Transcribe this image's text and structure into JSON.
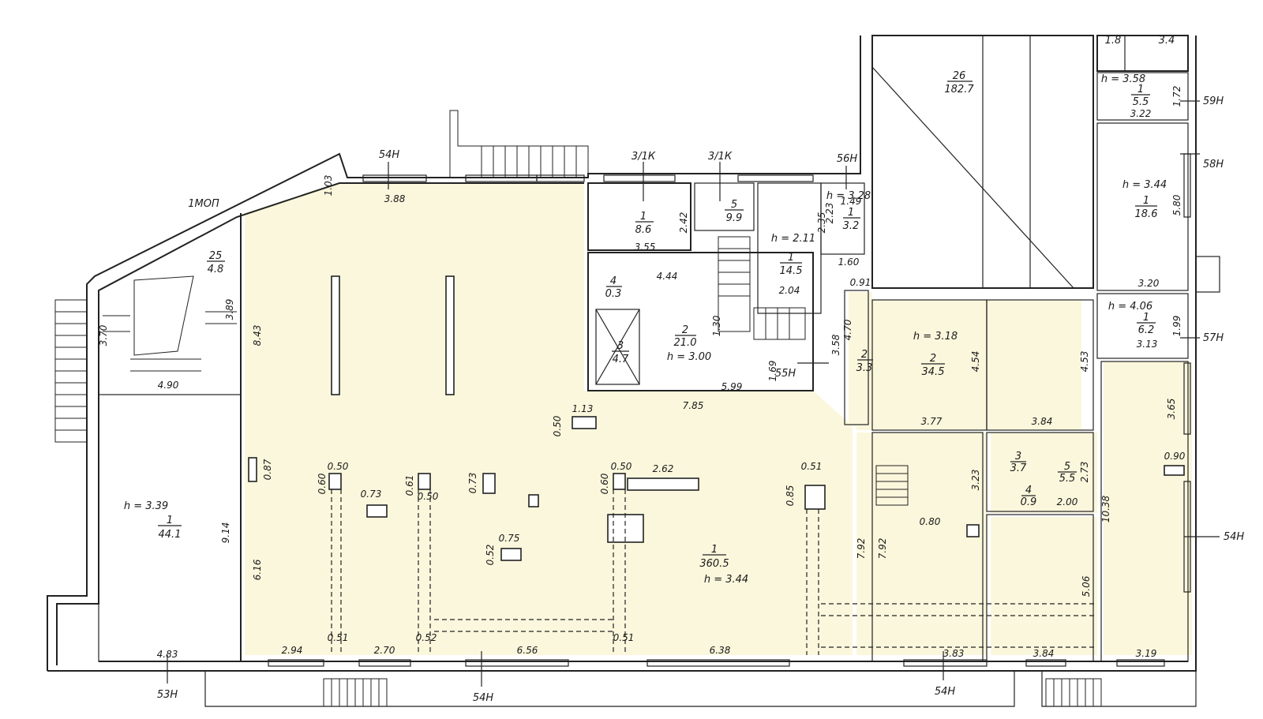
{
  "colors": {
    "highlight": "#fbf7dc",
    "line": "#222222",
    "background": "#ffffff"
  },
  "rooms": [
    {
      "id": "r-main",
      "num": "1",
      "area": "360.5",
      "h": "h = 3.44"
    },
    {
      "id": "r-left",
      "num": "1",
      "area": "44.1",
      "h": "h = 3.39"
    },
    {
      "id": "r-stair-left",
      "num": "25",
      "area": "4.8",
      "h": ""
    },
    {
      "id": "r-sm1",
      "num": "1",
      "area": "8.6",
      "h": ""
    },
    {
      "id": "r-sm5",
      "num": "5",
      "area": "9.9",
      "h": ""
    },
    {
      "id": "r-sm14",
      "num": "1",
      "area": "14.5",
      "h": "h = 2.11"
    },
    {
      "id": "r-sm32",
      "num": "1",
      "area": "3.2",
      "h": "h = 3.28"
    },
    {
      "id": "r-hall",
      "num": "2",
      "area": "21.0",
      "h": "h = 3.00"
    },
    {
      "id": "r-lift",
      "num": "3",
      "area": "4.7",
      "h": ""
    },
    {
      "id": "r-closet",
      "num": "4",
      "area": "0.3",
      "h": ""
    },
    {
      "id": "r-small33",
      "num": "2",
      "area": "3.3",
      "h": ""
    },
    {
      "id": "r-big26",
      "num": "26",
      "area": "182.7",
      "h": ""
    },
    {
      "id": "r-right345",
      "num": "2",
      "area": "34.5",
      "h": "h = 3.18"
    },
    {
      "id": "r-right186",
      "num": "1",
      "area": "18.6",
      "h": "h = 3.44"
    },
    {
      "id": "r-right55a",
      "num": "1",
      "area": "5.5",
      "h": "h = 3.58"
    },
    {
      "id": "r-right62",
      "num": "1",
      "area": "6.2",
      "h": "h = 4.06"
    },
    {
      "id": "r-wc37",
      "num": "3",
      "area": "3.7",
      "h": ""
    },
    {
      "id": "r-wc55",
      "num": "5",
      "area": "5.5",
      "h": ""
    },
    {
      "id": "r-wc09",
      "num": "4",
      "area": "0.9",
      "h": ""
    },
    {
      "id": "r-top18",
      "num": "",
      "area": "1.8",
      "h": ""
    },
    {
      "id": "r-top34",
      "num": "",
      "area": "3.4",
      "h": ""
    }
  ],
  "dims": [
    "3.88",
    "8.43",
    "9.14",
    "6.16",
    "0.87",
    "1.03",
    "3.70",
    "3.89",
    "4.90",
    "4.83",
    "2.94",
    "2.70",
    "6.56",
    "6.38",
    "3.83",
    "3.84",
    "3.19",
    "7.85",
    "1.13",
    "0.50",
    "0.60",
    "0.50",
    "0.61",
    "0.50",
    "0.73",
    "0.73",
    "0.60",
    "0.50",
    "2.62",
    "0.51",
    "0.85",
    "0.52",
    "0.75",
    "0.51",
    "0.52",
    "0.51",
    "7.92",
    "7.92",
    "0.80",
    "3.23",
    "3.77",
    "3.84",
    "4.54",
    "4.53",
    "3.65",
    "0.90",
    "10.38",
    "5.06",
    "2.00",
    "2.73",
    "3.55",
    "4.44",
    "2.42",
    "2.35",
    "2.04",
    "1.60",
    "0.91",
    "1.30",
    "1.69",
    "5.99",
    "3.58",
    "4.70",
    "2.23",
    "1.49",
    "5.80",
    "3.20",
    "1.72",
    "3.22",
    "1.99",
    "3.13"
  ],
  "markers": [
    "54Н",
    "54Н",
    "54Н",
    "54Н",
    "53Н",
    "55Н",
    "56Н",
    "57Н",
    "58Н",
    "59Н",
    "3/1К",
    "3/1К",
    "1МОП"
  ]
}
